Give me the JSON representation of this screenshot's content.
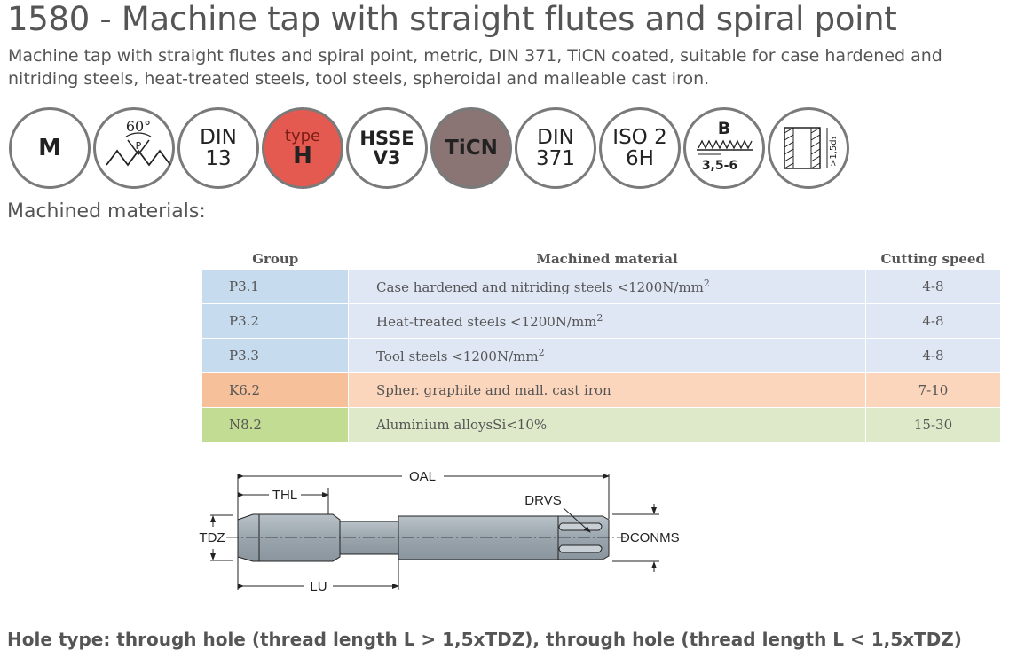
{
  "title": "1580 - Machine tap with straight flutes and spiral point",
  "description": "Machine tap with straight flutes and spiral point, metric, DIN 371, TiCN coated, suitable for case hardened and nitriding steels, heat-treated  steels, tool steels, spheroidal and malleable cast iron.",
  "icons": {
    "m": "M",
    "angle": "60°",
    "angle_p": "P",
    "din13_a": "DIN",
    "din13_b": "13",
    "type_a": "type",
    "type_b": "H",
    "hsse_a": "HSSE",
    "hsse_b": "V3",
    "ticn": "TiCN",
    "din371_a": "DIN",
    "din371_b": "371",
    "iso_a": "ISO 2",
    "iso_b": "6H",
    "chamfer_a": "B",
    "chamfer_b": "3,5-6",
    "depth": ">1,5d₁"
  },
  "materials_label": "Machined materials:",
  "table": {
    "headers": {
      "group": "Group",
      "material": "Machined material",
      "speed": "Cutting speed"
    },
    "rows": [
      {
        "group": "P3.1",
        "material": "Case hardened and nitriding steels <1200N/mm",
        "sup": "2",
        "speed": "4-8",
        "c1": "#c6dbee",
        "c2": "#dfe6f4"
      },
      {
        "group": "P3.2",
        "material": "Heat-treated steels <1200N/mm",
        "sup": "2",
        "speed": "4-8",
        "c1": "#c6dbee",
        "c2": "#dfe6f4"
      },
      {
        "group": "P3.3",
        "material": "Tool steels <1200N/mm",
        "sup": "2",
        "speed": "4-8",
        "c1": "#c6dbee",
        "c2": "#dfe6f4"
      },
      {
        "group": "K6.2",
        "material": "Spher. graphite and mall. cast iron",
        "sup": "",
        "speed": "7-10",
        "c1": "#f5c09a",
        "c2": "#fbd6bc"
      },
      {
        "group": "N8.2",
        "material": "Aluminium alloysSi<10%",
        "sup": "",
        "speed": "15-30",
        "c1": "#c2dc93",
        "c2": "#dde9c8"
      }
    ]
  },
  "diagram": {
    "oal": "OAL",
    "thl": "THL",
    "drvs": "DRVS",
    "tdz": "TDZ",
    "dconms": "DCONMS",
    "lu": "LU"
  },
  "hole_type": "Hole type: through hole (thread length L > 1,5xTDZ), through hole (thread length L < 1,5xTDZ)"
}
